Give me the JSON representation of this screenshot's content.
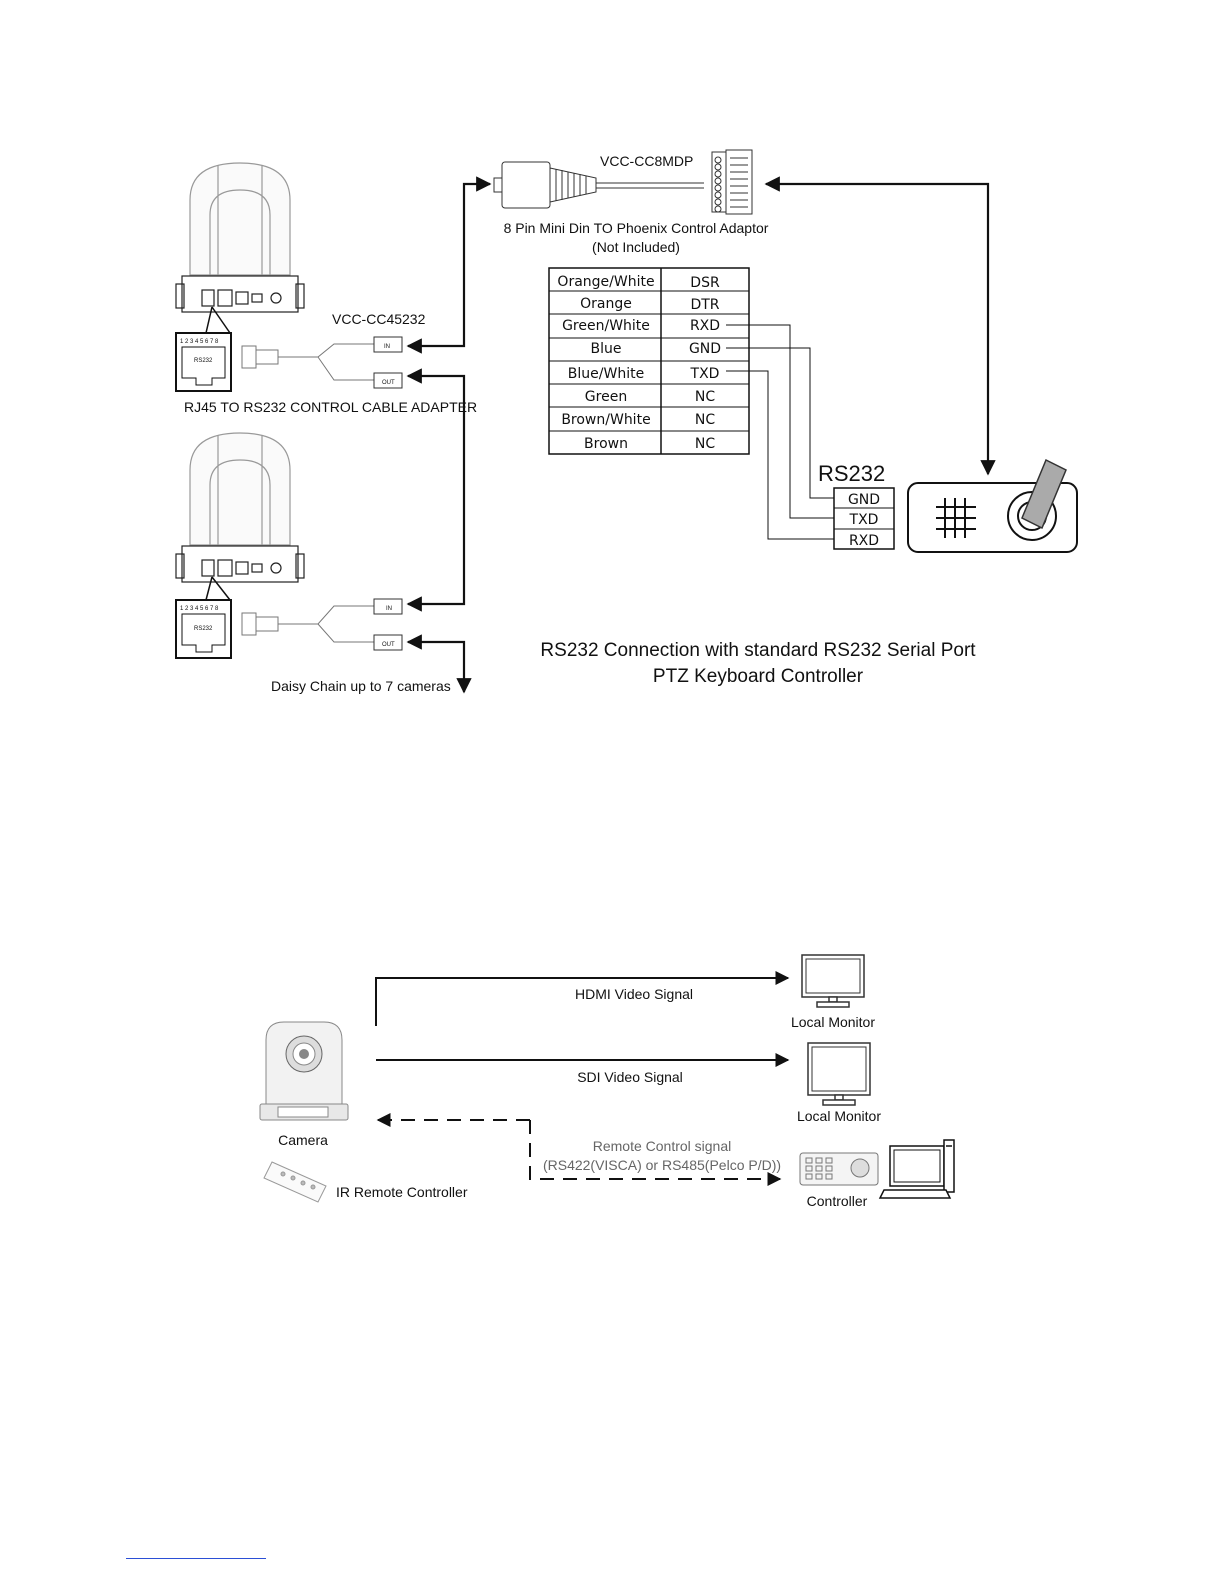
{
  "top_diagram": {
    "mini_din_cable_label": "VCC-CC8MDP",
    "adaptor_title": "8 Pin Mini Din TO Phoenix Control Adaptor",
    "adaptor_note": "(Not Included)",
    "rj45_cable_label": "VCC-CC45232",
    "rj45_adapter_title": "RJ45 TO RS232 CONTROL CABLE ADAPTER",
    "port_in": "IN",
    "port_out": "OUT",
    "rs232_port_label": "RS232",
    "pin_numbers": "1 2 3 4 5 6 7 8",
    "daisy_chain": "Daisy Chain up to 7 cameras",
    "pin_table": [
      {
        "wire": "Orange/White",
        "signal": "DSR"
      },
      {
        "wire": "Orange",
        "signal": "DTR"
      },
      {
        "wire": "Green/White",
        "signal": "RXD"
      },
      {
        "wire": "Blue",
        "signal": "GND"
      },
      {
        "wire": "Blue/White",
        "signal": "TXD"
      },
      {
        "wire": "Green",
        "signal": "NC"
      },
      {
        "wire": "Brown/White",
        "signal": "NC"
      },
      {
        "wire": "Brown",
        "signal": "NC"
      }
    ],
    "rs232_header": "RS232",
    "rs232_pins": [
      "GND",
      "TXD",
      "RXD"
    ],
    "caption_line1": "RS232 Connection with standard RS232 Serial Port",
    "caption_line2": "PTZ Keyboard Controller"
  },
  "bottom_diagram": {
    "hdmi_signal": "HDMI Video Signal",
    "sdi_signal": "SDI Video Signal",
    "monitor1": "Local Monitor",
    "monitor2": "Local Monitor",
    "camera": "Camera",
    "ir_remote": "IR Remote Controller",
    "remote_signal_line1": "Remote Control signal",
    "remote_signal_line2": "(RS422(VISCA) or RS485(Pelco P/D))",
    "controller": "Controller"
  },
  "colors": {
    "line": "#111111",
    "gray_text": "#666666",
    "footer_link": "#2b4fd6"
  }
}
